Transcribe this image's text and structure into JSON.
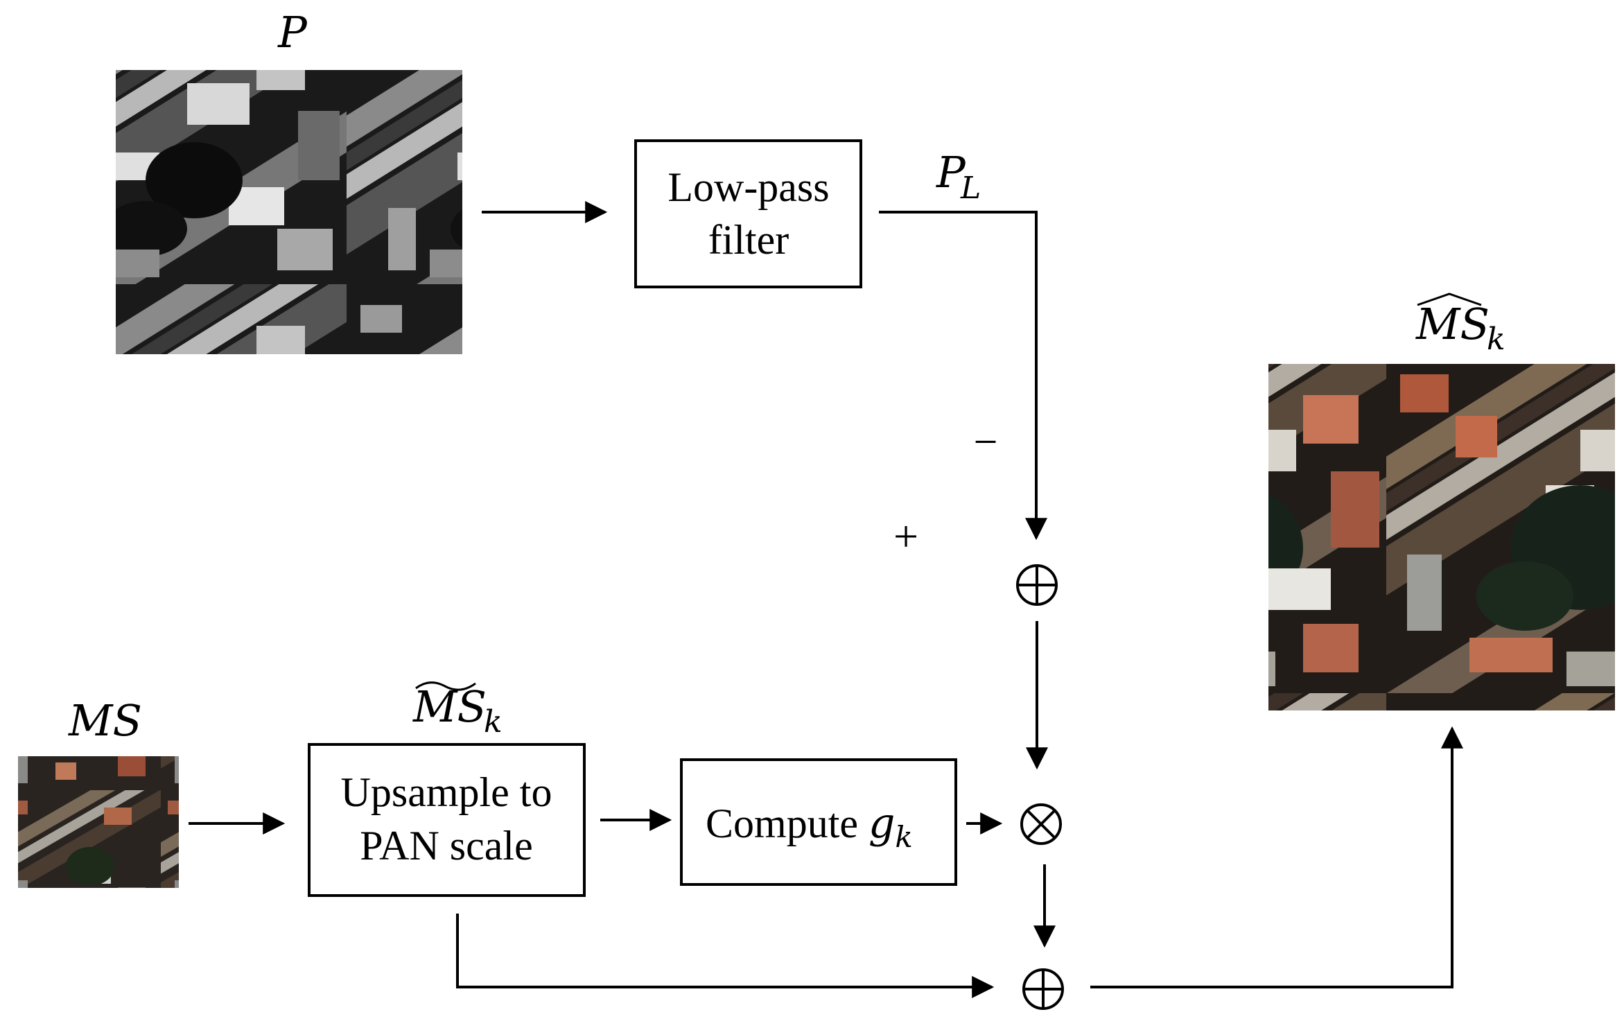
{
  "labels": {
    "pan_image": "P",
    "pan_lowpass": "P",
    "pan_lowpass_sub": "L",
    "ms_image": "MS",
    "ms_upsampled": "MS",
    "ms_upsampled_sub": "k",
    "ms_fused": "MS",
    "ms_fused_sub": "k",
    "minus_sign": "−",
    "plus_sign": "+",
    "sum_symbol_top": "⊕",
    "product_symbol": "⊗",
    "sum_symbol_bottom": "⊕"
  },
  "boxes": {
    "lowpass_line1": "Low-pass",
    "lowpass_line2": "filter",
    "upsample_line1": "Upsample to",
    "upsample_line2": "PAN scale",
    "compute_text": "Compute ",
    "compute_var": "g",
    "compute_sub": "k"
  },
  "images": {
    "pan": "grayscale aerial image",
    "ms": "low-resolution color aerial image",
    "fused": "high-resolution color aerial image"
  },
  "colors": {
    "stroke": "#000000",
    "background": "#ffffff"
  }
}
